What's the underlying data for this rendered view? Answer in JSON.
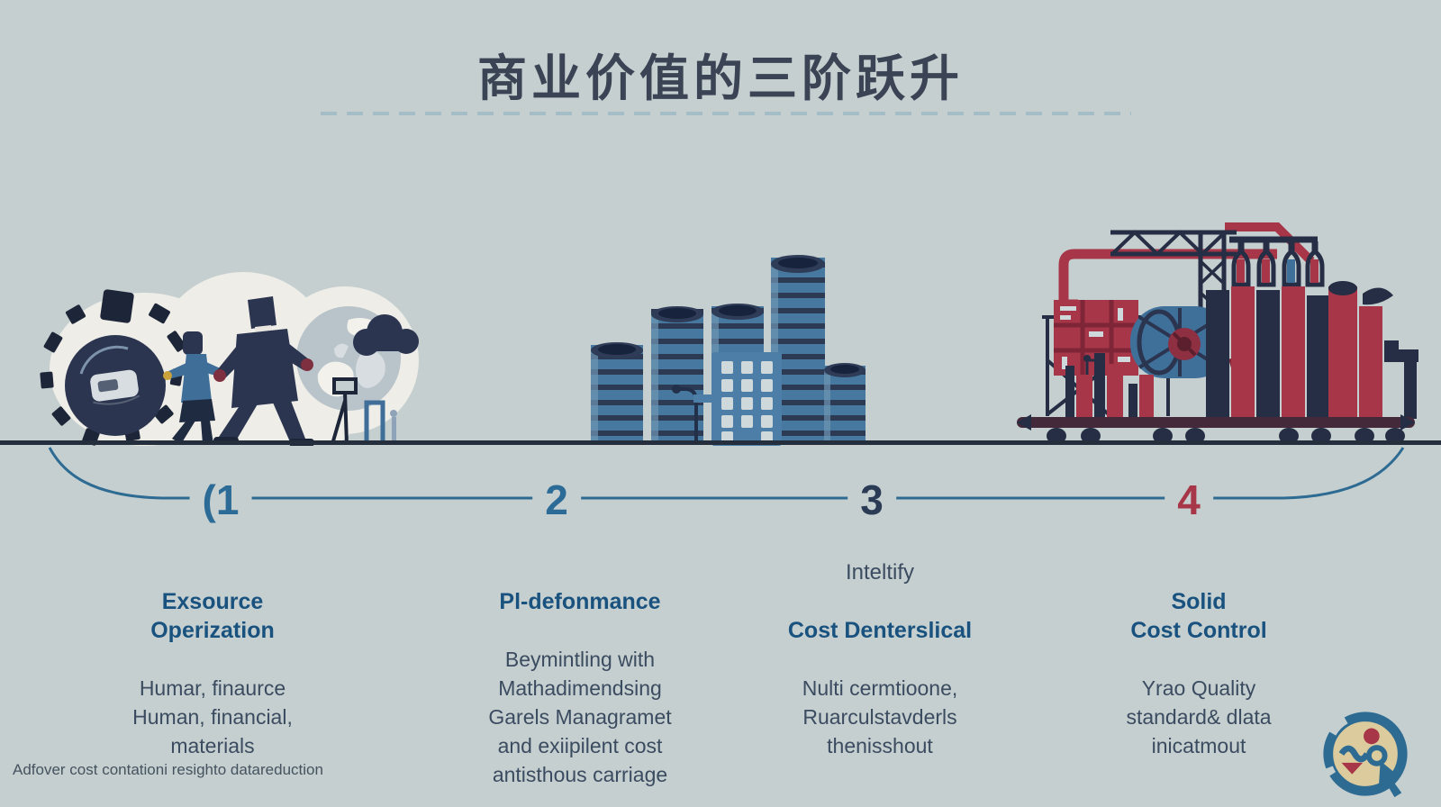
{
  "title": {
    "text": "商业价值的三阶跃升"
  },
  "colors": {
    "background": "#c5cfd0",
    "ground_line": "#252e3c",
    "bracket_line": "#2e6b93",
    "divider_dash": "#a4bdc7",
    "heading_blue": "#19527e",
    "body_text": "#3b4b60",
    "number_blue": "#2d6b97",
    "number_navy": "#2b3a55",
    "number_red": "#a63648"
  },
  "stages": [
    {
      "number": "(1",
      "number_color": "#2d6b97",
      "pre_title": "",
      "title": [
        "Exsource",
        "Operization"
      ],
      "title_color": "#19527e",
      "body": [
        "Humar, finaurce",
        "Human, financial,",
        "materials"
      ]
    },
    {
      "number": "2",
      "number_color": "#2d6b97",
      "pre_title": "",
      "title": [
        "Pl-defonmance"
      ],
      "title_color": "#19527e",
      "body": [
        "Beymintling with",
        "Mathadimendsing",
        "Garels Managramet",
        "and exiipilent cost",
        "antisthous carriage"
      ]
    },
    {
      "number": "3",
      "number_color": "#2b3a55",
      "pre_title": "Inteltify",
      "title": [
        "Cost Denterslical"
      ],
      "title_color": "#19527e",
      "body": [
        "Nulti cermtioone,",
        "Ruarculstavderls",
        "thenisshout"
      ]
    },
    {
      "number": "4",
      "number_color": "#a63648",
      "pre_title": "",
      "title": [
        "Solid",
        "Cost Control"
      ],
      "title_color": "#19527e",
      "body": [
        "Yrao Quality",
        "standard& dlata",
        "inicatmout"
      ]
    }
  ],
  "footer": {
    "caption": "Adfover cost contationi resighto datareduction"
  },
  "illustrations": {
    "stage1": "people-resources-gear-globe-illustration",
    "stage2": "coin-stacks-building-illustration",
    "stage3": "factory-crane-machinery-illustration",
    "logo": "circular-brand-mark"
  }
}
